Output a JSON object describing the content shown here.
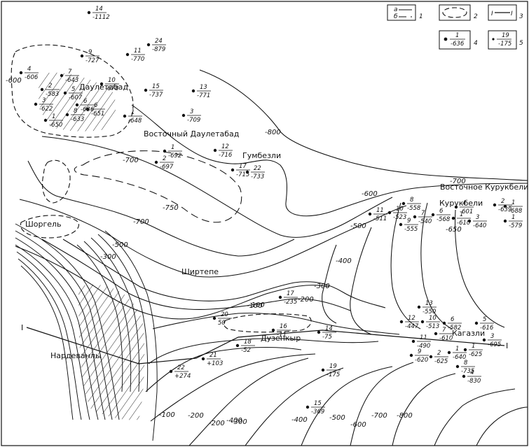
{
  "places": [
    {
      "key": "dauletabad",
      "text": "Даулетабад"
    },
    {
      "key": "vost_dauletabad",
      "text": "Восточный Даулетабад"
    },
    {
      "key": "gumbezli",
      "text": "Гумбезли"
    },
    {
      "key": "vost_kurukbeli",
      "text": "Восточное Курукбели"
    },
    {
      "key": "kurukbeli",
      "text": "Курукбели"
    },
    {
      "key": "shorgel",
      "text": "Шоргель"
    },
    {
      "key": "shirtepe",
      "text": "Ширтепе"
    },
    {
      "key": "duzenkyr",
      "text": "Дузенкыр"
    },
    {
      "key": "kagazli",
      "text": "Кагазли"
    },
    {
      "key": "nardevanly",
      "text": "Нардеванлы"
    }
  ],
  "isoline_labels": [
    "-600",
    "-800",
    "-700",
    "-750",
    "-700",
    "-500",
    "-300",
    "-100",
    "-200",
    "-400",
    "-100",
    "-200",
    "-300",
    "-400",
    "-500",
    "-600",
    "-700",
    "-800",
    "-600",
    "-500",
    "-400",
    "-300",
    "-200",
    "-100",
    "-700",
    "-650"
  ],
  "wells": [
    {
      "n": "14",
      "v": "-1112"
    },
    {
      "n": "24",
      "v": "-879"
    },
    {
      "n": "9",
      "v": "-727"
    },
    {
      "n": "11",
      "v": "-770"
    },
    {
      "n": "4",
      "v": "-606"
    },
    {
      "n": "7",
      "v": "-643"
    },
    {
      "n": "10",
      "v": "-678"
    },
    {
      "n": "2",
      "v": "-583"
    },
    {
      "n": "5",
      "v": "-607"
    },
    {
      "n": "15",
      "v": "-737"
    },
    {
      "n": "13",
      "v": "-771"
    },
    {
      "n": "3",
      "v": "-622"
    },
    {
      "n": "6",
      "v": "-636"
    },
    {
      "n": "6",
      "v": "-651"
    },
    {
      "n": "8",
      "v": "-633"
    },
    {
      "n": "1",
      "v": "-650"
    },
    {
      "n": "1",
      "v": "-648"
    },
    {
      "n": "3",
      "v": "-709"
    },
    {
      "n": "1",
      "v": "-692"
    },
    {
      "n": "12",
      "v": "-716"
    },
    {
      "n": "2",
      "v": "-697"
    },
    {
      "n": "17",
      "v": "-715"
    },
    {
      "n": "22",
      "v": "-733"
    },
    {
      "n": "8",
      "v": "-558"
    },
    {
      "n": "11",
      "v": "-511"
    },
    {
      "n": "10",
      "v": "-523"
    },
    {
      "n": "7",
      "v": "-540"
    },
    {
      "n": "6",
      "v": "-568"
    },
    {
      "n": "4",
      "v": "-601"
    },
    {
      "n": "9",
      "v": "-555"
    },
    {
      "n": "1",
      "v": "-610"
    },
    {
      "n": "2",
      "v": "-639"
    },
    {
      "n": "1",
      "v": "-688"
    },
    {
      "n": "3",
      "v": "-640"
    },
    {
      "n": "1",
      "v": "-579"
    },
    {
      "n": "17",
      "v": "-235"
    },
    {
      "n": "20",
      "v": "50"
    },
    {
      "n": "16",
      "v": "-11"
    },
    {
      "n": "14",
      "v": "-75"
    },
    {
      "n": "18",
      "v": "-52"
    },
    {
      "n": "21",
      "v": "+103"
    },
    {
      "n": "22",
      "v": "+274"
    },
    {
      "n": "19",
      "v": "-175"
    },
    {
      "n": "15",
      "v": "-369"
    },
    {
      "n": "13",
      "v": "-550"
    },
    {
      "n": "12",
      "v": "-447"
    },
    {
      "n": "10",
      "v": "-513"
    },
    {
      "n": "6",
      "v": "-582"
    },
    {
      "n": "7",
      "v": "-610"
    },
    {
      "n": "11",
      "v": "-490"
    },
    {
      "n": "5",
      "v": "-616"
    },
    {
      "n": "3",
      "v": "-695"
    },
    {
      "n": "1",
      "v": "-625"
    },
    {
      "n": "1",
      "v": "-640"
    },
    {
      "n": "2",
      "v": "-625"
    },
    {
      "n": "9",
      "v": "-620"
    },
    {
      "n": "8",
      "v": "-735"
    },
    {
      "n": "4",
      "v": "-830"
    }
  ],
  "section": {
    "start": "I",
    "end": "I"
  },
  "legend": [
    {
      "num": "1",
      "sym_a": "а",
      "sym_b": "б"
    },
    {
      "num": "2"
    },
    {
      "num": "3",
      "sym_a": "I",
      "sym_b": "I"
    },
    {
      "num": "4",
      "sample_n": "1",
      "sample_v": "-636"
    },
    {
      "num": "5",
      "sample_n": "19",
      "sample_v": "-175"
    }
  ]
}
